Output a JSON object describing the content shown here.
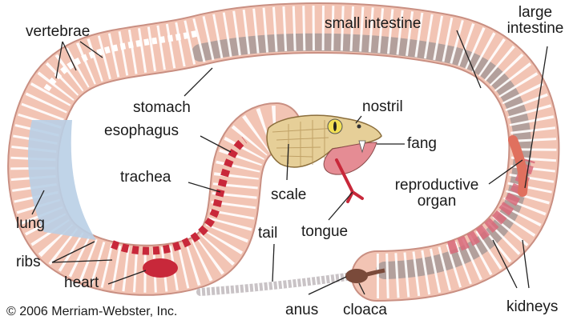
{
  "labels": {
    "vertebrae": "vertebrae",
    "stomach": "stomach",
    "esophagus": "esophagus",
    "trachea": "trachea",
    "lung": "lung",
    "ribs": "ribs",
    "heart": "heart",
    "small_intestine": "small intestine",
    "large_intestine_1": "large",
    "large_intestine_2": "intestine",
    "nostril": "nostril",
    "fang": "fang",
    "scale": "scale",
    "tongue": "tongue",
    "reproductive_organ_1": "reproductive",
    "reproductive_organ_2": "organ",
    "tail": "tail",
    "anus": "anus",
    "cloaca": "cloaca",
    "kidneys": "kidneys"
  },
  "copyright": "© 2006 Merriam-Webster, Inc.",
  "colors": {
    "body": "#f2c4b4",
    "body_edge": "#c98f82",
    "rib": "#ffffff",
    "intestine": "#a89a98",
    "lung": "#b9cfe6",
    "heart": "#c8283a",
    "head_scales": "#e6cf98",
    "mouth": "#e58c94",
    "tongue": "#c8283a",
    "kidney": "#d86a7a",
    "tail": "#c9c3c6"
  }
}
